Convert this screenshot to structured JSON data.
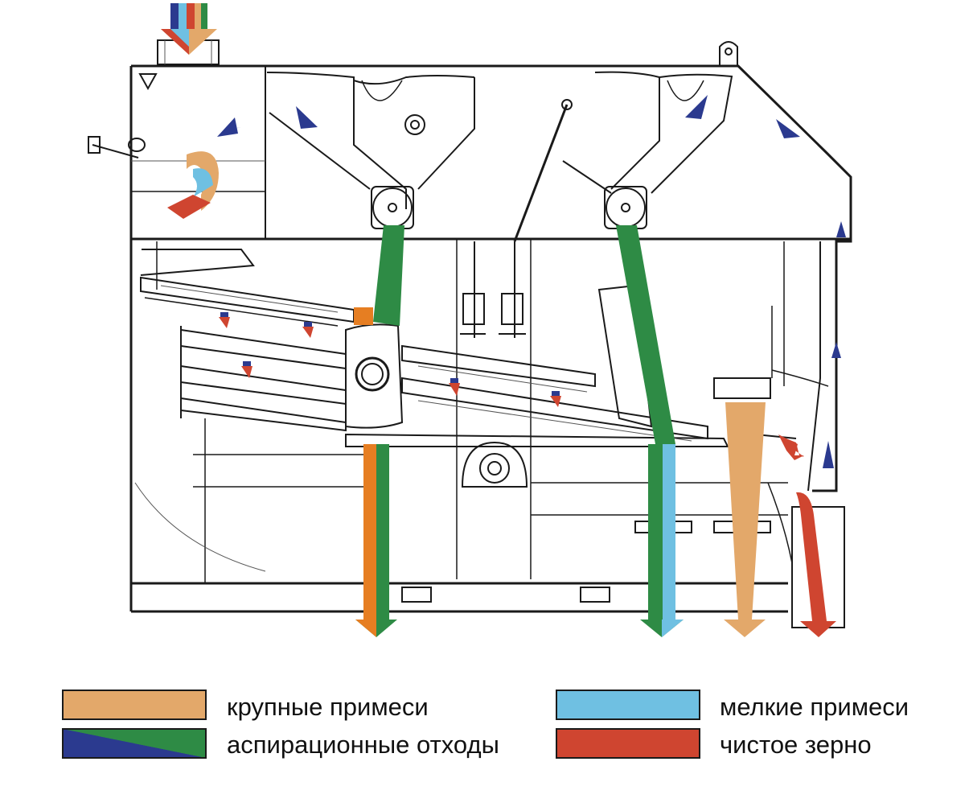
{
  "colors": {
    "coarse": "#e3a86a",
    "fine": "#6fc0e2",
    "aspiration_blue": "#2b3a8f",
    "aspiration_green": "#2e8b45",
    "clean": "#cf4530",
    "orange": "#e67e22",
    "line": "#1a1a1a"
  },
  "legend": {
    "coarse_impurities": "крупные примеси",
    "fine_impurities": "мелкие примеси",
    "aspiration_waste": "аспирационные отходы",
    "clean_grain": "чистое зерно"
  }
}
